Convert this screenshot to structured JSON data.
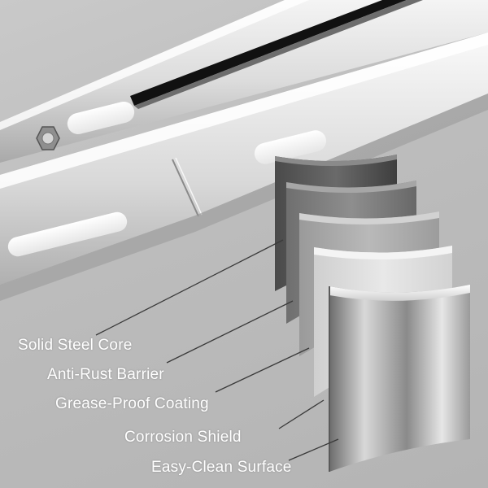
{
  "layers": [
    {
      "label": "Solid Steel Core"
    },
    {
      "label": "Anti-Rust Barrier"
    },
    {
      "label": "Grease-Proof Coating"
    },
    {
      "label": "Corrosion Shield"
    },
    {
      "label": "Easy-Clean Surface"
    }
  ]
}
